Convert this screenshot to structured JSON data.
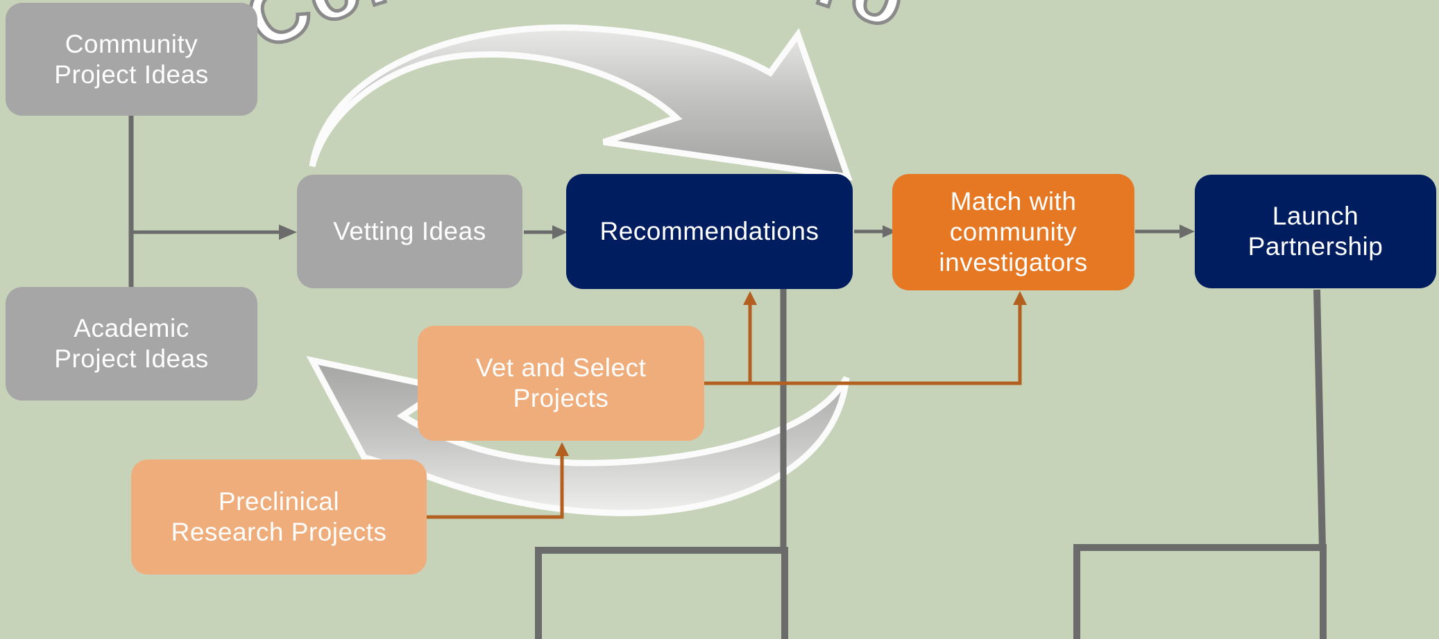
{
  "diagram": {
    "banner": {
      "text": "Continuous Process"
    },
    "nodes": {
      "community": {
        "label": "Community\nProject Ideas",
        "color": "#a6a6a6"
      },
      "academic": {
        "label": "Academic\nProject Ideas",
        "color": "#a6a6a6"
      },
      "vetting": {
        "label": "Vetting Ideas",
        "color": "#a6a6a6"
      },
      "recommendations": {
        "label": "Recommendations",
        "color": "#001e5f"
      },
      "match": {
        "label": "Match with\ncommunity\ninvestigators",
        "color": "#e67824"
      },
      "launch": {
        "label": "Launch\nPartnership",
        "color": "#001e5f"
      },
      "vet_select": {
        "label": "Vet and Select\nProjects",
        "color": "#f0ad7c"
      },
      "preclinical": {
        "label": "Preclinical\nResearch Projects",
        "color": "#f0ad7c"
      }
    },
    "edges": [
      {
        "from": "community",
        "to": "vetting",
        "color": "#6b6b6b"
      },
      {
        "from": "academic",
        "to": "vetting",
        "color": "#6b6b6b"
      },
      {
        "from": "vetting",
        "to": "recommendations",
        "color": "#6b6b6b"
      },
      {
        "from": "recommendations",
        "to": "match",
        "color": "#6b6b6b"
      },
      {
        "from": "match",
        "to": "launch",
        "color": "#6b6b6b"
      },
      {
        "from": "vet_select",
        "to": "recommendations",
        "color": "#b35f20"
      },
      {
        "from": "vet_select",
        "to": "match",
        "color": "#b35f20"
      },
      {
        "from": "preclinical",
        "to": "vet_select",
        "color": "#b35f20"
      }
    ],
    "colors": {
      "background": "#c6d3b8",
      "connector_gray": "#6b6b6b",
      "connector_orange": "#b35f20",
      "cycle_arrow": "#c2c2c2"
    }
  }
}
